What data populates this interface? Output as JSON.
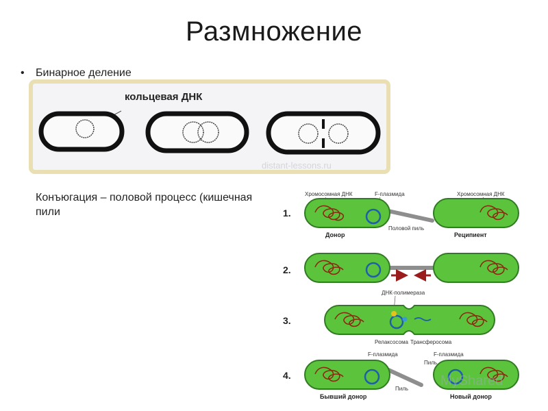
{
  "slide": {
    "title": "Размножение",
    "bullets": [
      "Бинарное деление",
      "Конъюгация – половой процесс (кишечная",
      "пили"
    ]
  },
  "binary_division": {
    "label": "кольцевая ДНК",
    "watermark": "distant-lessons.ru"
  },
  "conjugation": {
    "steps": [
      "1.",
      "2.",
      "3.",
      "4."
    ],
    "labels": {
      "chromosomal_dna_left": "Хромосомная ДНК",
      "f_plasmid_1": "F-плазмида",
      "chromosomal_dna_right": "Хромосомная ДНК",
      "sex_pilus": "Половой пиль",
      "donor": "Донор",
      "recipient": "Реципиент",
      "dna_polymerase": "ДНК-полимераза",
      "relaxosome": "Релаксосома",
      "transferosome": "Трансферосома",
      "f_plasmid_4a": "F-плазмида",
      "pilus_4a": "Пиль",
      "f_plasmid_4b": "F-плазмида",
      "pilus_4b": "Пиль",
      "former_donor": "Бывший донор",
      "new_donor": "Новый донор"
    },
    "watermark": "MyShared"
  },
  "colors": {
    "cell_fill": "#5cc43c",
    "cell_stroke": "#2f7a22",
    "chromosome": "#8a2a10",
    "plasmid": "#1e5fa8",
    "arrow": "#9a1c1c",
    "frame": "#eadfb3"
  }
}
